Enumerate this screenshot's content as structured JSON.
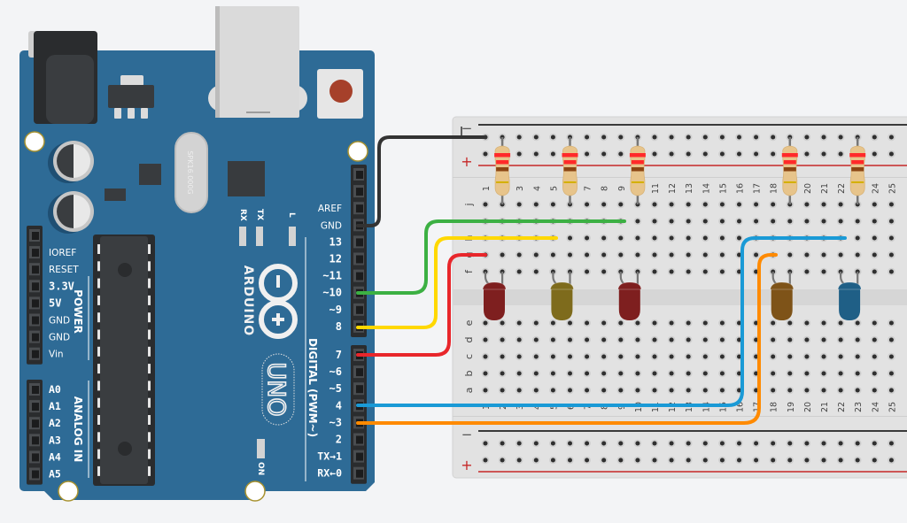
{
  "colors": {
    "background": "#f3f4f6",
    "board": "#2e6b96",
    "board_dark": "#1f4f73",
    "breadboard": "#e4e4e4",
    "rail_minus": "#3a3a3a",
    "rail_plus": "#c62828",
    "wire_gnd": "#333333",
    "wire_green": "#3cb043",
    "wire_yellow": "#ffd800",
    "wire_red": "#e8262b",
    "wire_blue": "#1a9ad6",
    "wire_orange": "#ff8a00"
  },
  "arduino": {
    "brand": "ARDUINO",
    "model": "UNO",
    "crystal": "SPK16.000G",
    "led_labels": [
      "RX",
      "TX",
      "L"
    ],
    "on_label": "ON",
    "power_section": "POWER",
    "analog_section": "ANALOG IN",
    "digital_section": "DIGITAL (PWM~)",
    "power_pins": [
      "",
      "IOREF",
      "RESET",
      "3.3V",
      "5V",
      "GND",
      "GND",
      "Vin"
    ],
    "analog_pins": [
      "A0",
      "A1",
      "A2",
      "A3",
      "A4",
      "A5"
    ],
    "digital_top": [
      "",
      "",
      "AREF",
      "GND",
      "13",
      "12",
      "~11",
      "~10",
      "~9",
      "8"
    ],
    "digital_bottom": [
      "7",
      "~6",
      "~5",
      "4",
      "~3",
      "2",
      "TX→1",
      "RX←0"
    ]
  },
  "breadboard": {
    "columns": [
      "1",
      "2",
      "3",
      "4",
      "5",
      "6",
      "7",
      "8",
      "9",
      "10",
      "11",
      "12",
      "13",
      "14",
      "15",
      "16",
      "17",
      "18",
      "19",
      "20",
      "21",
      "22",
      "23",
      "24",
      "25"
    ],
    "rows_top": [
      "j",
      "i",
      "h",
      "g",
      "f"
    ],
    "rows_bottom": [
      "e",
      "d",
      "c",
      "b",
      "a"
    ],
    "rail_minus_label": "−",
    "rail_plus_label": "+"
  },
  "components": {
    "resistors": [
      {
        "name": "resistor-1",
        "column": 2,
        "bands": [
          "#ff2a2a",
          "#ff2a2a",
          "#8b4513",
          "#d4b000"
        ]
      },
      {
        "name": "resistor-2",
        "column": 6,
        "bands": [
          "#ff2a2a",
          "#ff2a2a",
          "#8b4513",
          "#d4b000"
        ]
      },
      {
        "name": "resistor-3",
        "column": 10,
        "bands": [
          "#ff2a2a",
          "#ff2a2a",
          "#8b4513",
          "#d4b000"
        ]
      },
      {
        "name": "resistor-4",
        "column": 19,
        "bands": [
          "#ff2a2a",
          "#ff2a2a",
          "#8b4513",
          "#d4b000"
        ]
      },
      {
        "name": "resistor-5",
        "column": 23,
        "bands": [
          "#ff2a2a",
          "#ff2a2a",
          "#8b4513",
          "#d4b000"
        ]
      }
    ],
    "leds": [
      {
        "name": "led-red-1",
        "column": 1,
        "color": "#7e1f1f"
      },
      {
        "name": "led-yellow",
        "column": 5,
        "color": "#7e6b1c"
      },
      {
        "name": "led-red-2",
        "column": 9,
        "color": "#7e1f1f"
      },
      {
        "name": "led-orange",
        "column": 18,
        "color": "#7e5318"
      },
      {
        "name": "led-blue",
        "column": 22,
        "color": "#1f5f86"
      }
    ],
    "wires": [
      {
        "name": "wire-gnd",
        "from": "GND",
        "to": "rail-minus-col1",
        "color": "#333333"
      },
      {
        "name": "wire-pin10",
        "from": "~10",
        "to": "i9",
        "color": "#3cb043"
      },
      {
        "name": "wire-pin8",
        "from": "8",
        "to": "h5",
        "color": "#ffd800"
      },
      {
        "name": "wire-pin7",
        "from": "7",
        "to": "g1",
        "color": "#e8262b"
      },
      {
        "name": "wire-pin4",
        "from": "4",
        "to": "h22",
        "color": "#1a9ad6"
      },
      {
        "name": "wire-pin3",
        "from": "~3",
        "to": "g18",
        "color": "#ff8a00"
      }
    ]
  }
}
